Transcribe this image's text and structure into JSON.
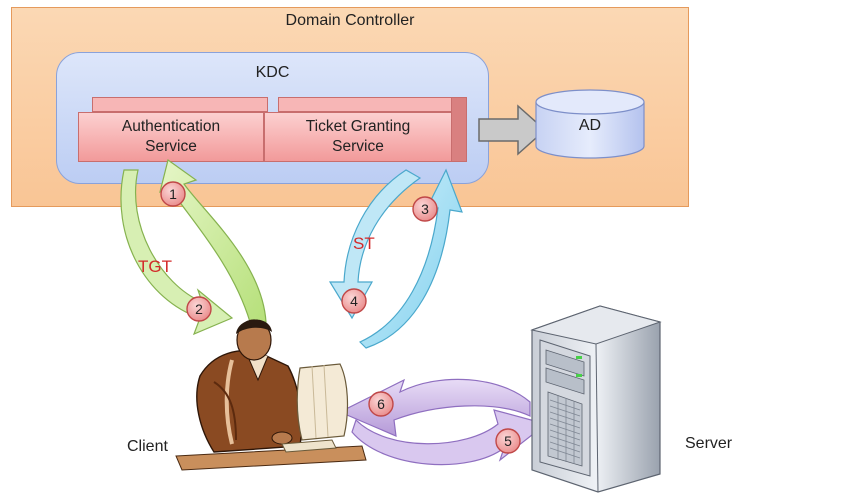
{
  "domain_controller": {
    "title": "Domain Controller"
  },
  "kdc": {
    "title": "KDC",
    "authentication_service": "Authentication\nService",
    "ticket_granting_service": "Ticket Granting\nService"
  },
  "ad": {
    "label": "AD"
  },
  "flows": {
    "tgt_label": "TGT",
    "st_label": "ST",
    "steps": [
      "1",
      "2",
      "3",
      "4",
      "5",
      "6"
    ]
  },
  "client": {
    "label": "Client"
  },
  "server": {
    "label": "Server"
  }
}
